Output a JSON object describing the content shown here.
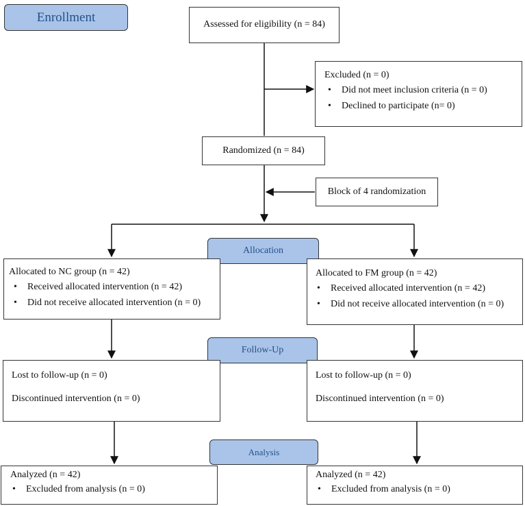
{
  "stages": {
    "enrollment": "Enrollment",
    "allocation": "Allocation",
    "followup": "Follow-Up",
    "analysis": "Analysis"
  },
  "assessed": "Assessed for eligibility (n = 84)",
  "excluded": {
    "title": "Excluded (n = 0)",
    "items": [
      "Did not meet inclusion criteria (n = 0)",
      "Declined to participate (n= 0)"
    ]
  },
  "randomized": "Randomized (n = 84)",
  "block": "Block of 4 randomization",
  "nc_allocation": {
    "title": "Allocated to NC group (n = 42)",
    "items": [
      "Received allocated intervention (n = 42)",
      "Did not receive allocated intervention (n = 0)"
    ]
  },
  "fm_allocation": {
    "title": "Allocated to FM group (n = 42)",
    "items": [
      "Received allocated intervention (n = 42)",
      "Did not receive allocated intervention (n = 0)"
    ]
  },
  "nc_followup": {
    "lost": "Lost to follow-up (n = 0)",
    "discontinued": "Discontinued intervention (n = 0)"
  },
  "fm_followup": {
    "lost": "Lost to follow-up (n = 0)",
    "discontinued": "Discontinued intervention (n = 0)"
  },
  "nc_analysis": {
    "title": "Analyzed (n = 42)",
    "items": [
      "Excluded from analysis (n = 0)"
    ]
  },
  "fm_analysis": {
    "title": "Analyzed (n = 42)",
    "items": [
      "Excluded from analysis (n = 0)"
    ]
  }
}
